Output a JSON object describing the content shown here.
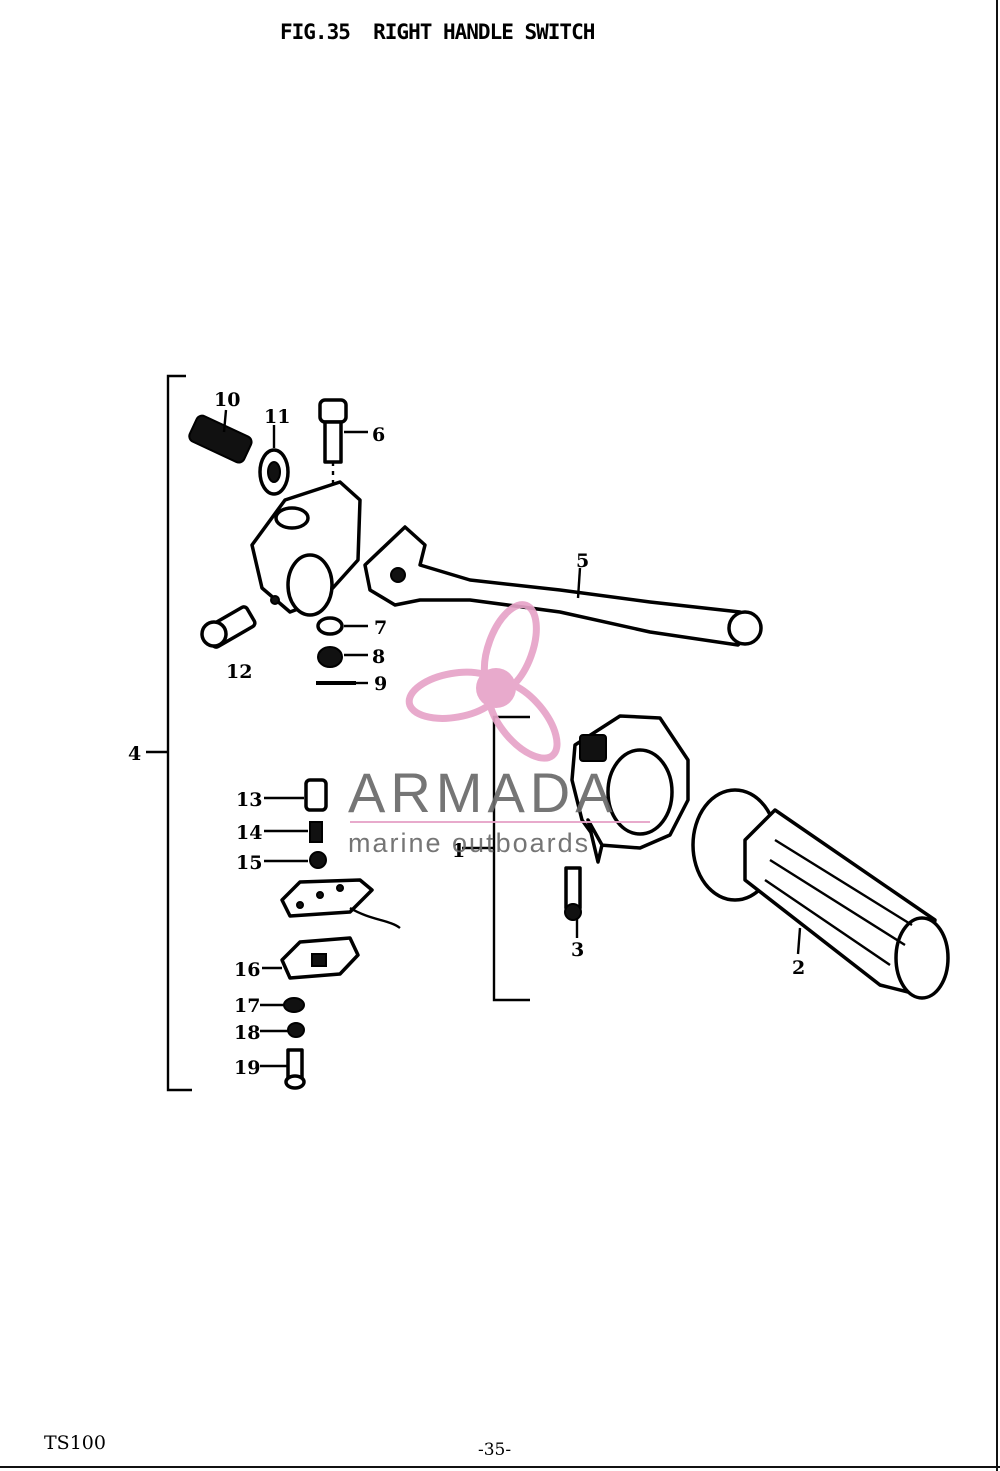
{
  "title": "FIG.35  RIGHT HANDLE SWITCH",
  "footer": {
    "model": "TS100",
    "page": "-35-"
  },
  "watermark": {
    "brand": "ARMADA",
    "tagline": "marine outboards",
    "accent_color": "#e7a3c8",
    "text_color": "#6a6a6a"
  },
  "callouts": {
    "p1": "1",
    "p2": "2",
    "p3": "3",
    "p4": "4",
    "p5": "5",
    "p6": "6",
    "p7": "7",
    "p8": "8",
    "p9": "9",
    "p10": "10",
    "p11": "11",
    "p12": "12",
    "p13": "13",
    "p14": "14",
    "p15": "15",
    "p16": "16",
    "p17": "17",
    "p18": "18",
    "p19": "19"
  }
}
